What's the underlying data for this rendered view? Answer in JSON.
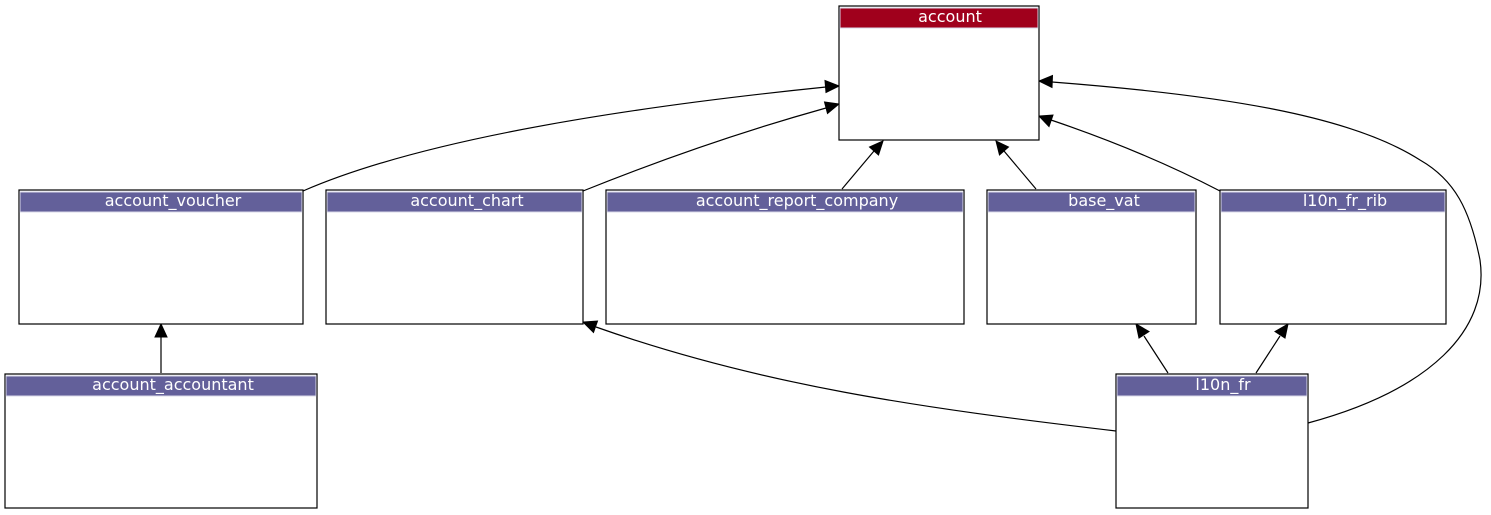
{
  "colors": {
    "root_header": "#a0001c",
    "module_header": "#63609a",
    "header_border": "#d8d8e8",
    "edge": "#000000"
  },
  "diagram": {
    "nodes": {
      "account": {
        "label": "account",
        "kind": "root"
      },
      "account_voucher": {
        "label": "account_voucher",
        "kind": "module"
      },
      "account_chart": {
        "label": "account_chart",
        "kind": "module"
      },
      "account_report_company": {
        "label": "account_report_company",
        "kind": "module"
      },
      "base_vat": {
        "label": "base_vat",
        "kind": "module"
      },
      "l10n_fr_rib": {
        "label": "l10n_fr_rib",
        "kind": "module"
      },
      "account_accountant": {
        "label": "account_accountant",
        "kind": "module"
      },
      "l10n_fr": {
        "label": "l10n_fr",
        "kind": "module"
      }
    },
    "edges": [
      {
        "from": "account_voucher",
        "to": "account"
      },
      {
        "from": "account_chart",
        "to": "account"
      },
      {
        "from": "account_report_company",
        "to": "account"
      },
      {
        "from": "base_vat",
        "to": "account"
      },
      {
        "from": "l10n_fr_rib",
        "to": "account"
      },
      {
        "from": "l10n_fr",
        "to": "account"
      },
      {
        "from": "account_accountant",
        "to": "account_voucher"
      },
      {
        "from": "l10n_fr",
        "to": "account_chart"
      },
      {
        "from": "l10n_fr",
        "to": "base_vat"
      },
      {
        "from": "l10n_fr",
        "to": "l10n_fr_rib"
      }
    ]
  }
}
